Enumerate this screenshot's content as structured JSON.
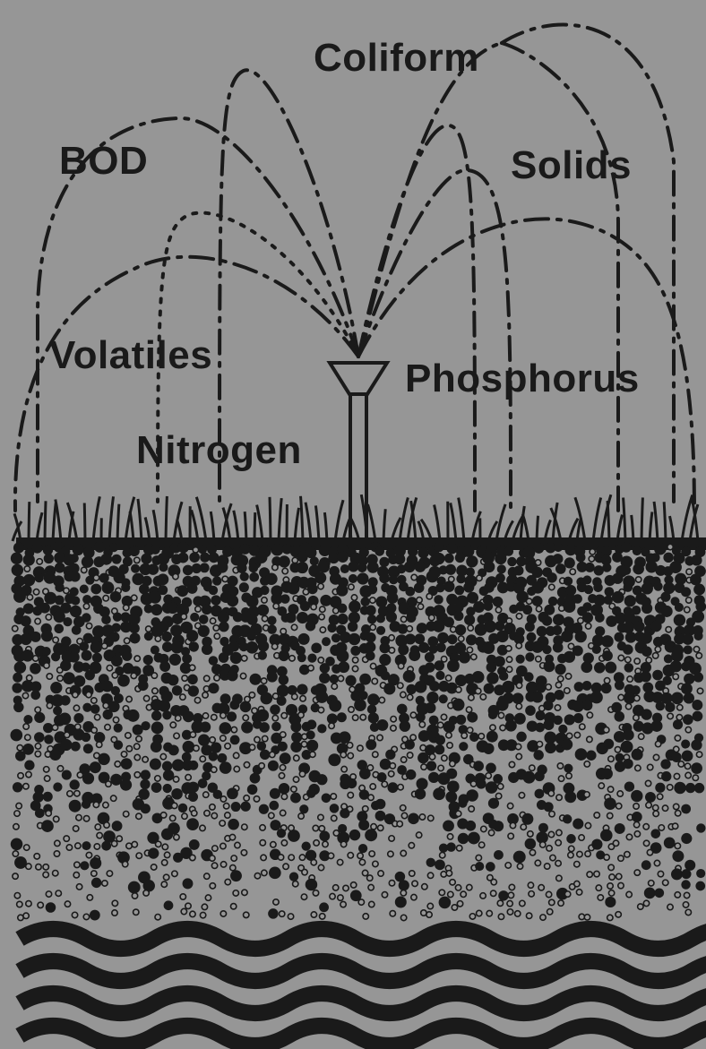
{
  "labels": {
    "coliform": "Coliform",
    "bod": "BOD",
    "solids": "Solids",
    "volatiles": "Volatiles",
    "phosphorus": "Phosphorus",
    "nitrogen": "Nitrogen"
  },
  "colors": {
    "background": "#969696",
    "ink": "#1a1a1a"
  },
  "icons": [
    "sprinkler-icon",
    "grass-icon",
    "soil-particles",
    "groundwater-waves"
  ]
}
